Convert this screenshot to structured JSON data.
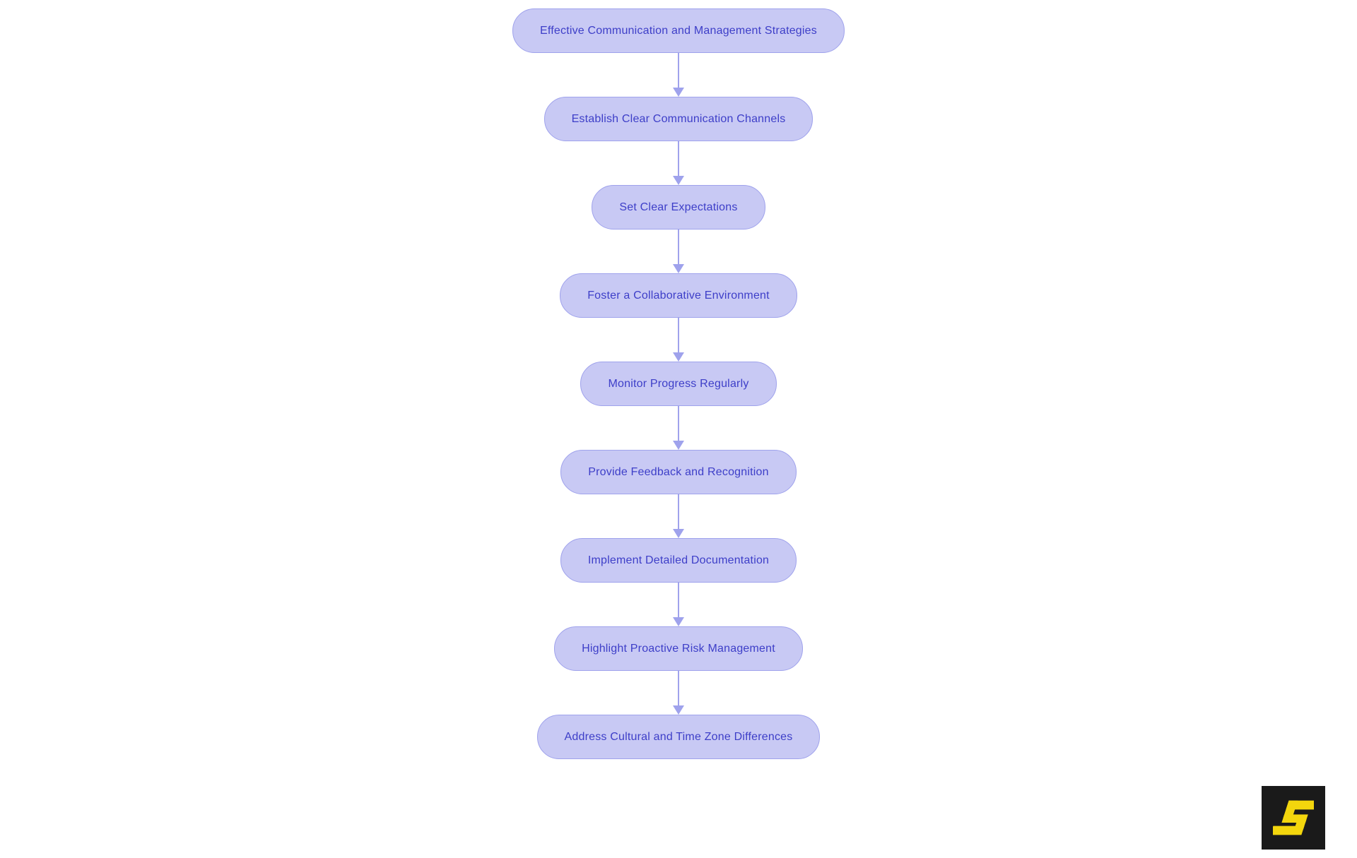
{
  "flowchart": {
    "steps": [
      {
        "label": "Effective Communication and Management Strategies"
      },
      {
        "label": "Establish Clear Communication Channels"
      },
      {
        "label": "Set Clear Expectations"
      },
      {
        "label": "Foster a Collaborative Environment"
      },
      {
        "label": "Monitor Progress Regularly"
      },
      {
        "label": "Provide Feedback and Recognition"
      },
      {
        "label": "Implement Detailed Documentation"
      },
      {
        "label": "Highlight Proactive Risk Management"
      },
      {
        "label": "Address Cultural and Time Zone Differences"
      }
    ],
    "colors": {
      "background": "#FFFFFF",
      "node_fill": "#C8C9F4",
      "node_border": "#9FA2EC",
      "node_text": "#3D3EC8",
      "arrow": "#9FA2EC"
    }
  },
  "logo": {
    "letter": "S",
    "background": "#1A1A1A",
    "foreground": "#F3D60D"
  }
}
